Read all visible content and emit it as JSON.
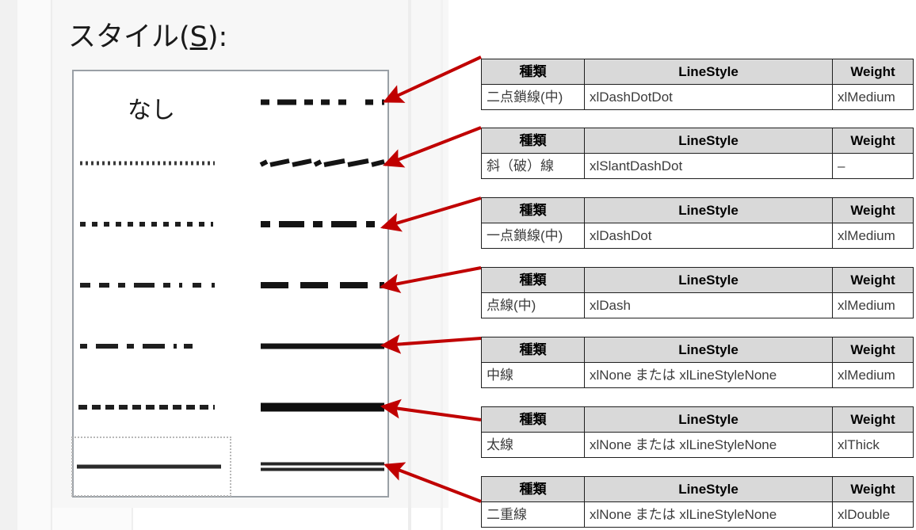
{
  "dialog": {
    "label": "スタイル(S):",
    "label_text": "スタイル(",
    "label_mnemonic": "S",
    "label_tail": "):",
    "none_label": "なし",
    "listbox_name": "line-style-listbox",
    "selected_index": 13,
    "samples": [
      {
        "position": "r1c1",
        "kind": "text",
        "text": "なし",
        "pattern": "none-text"
      },
      {
        "position": "r1c2",
        "kind": "line",
        "text": "",
        "pattern": "dash-dot-dot-thin"
      },
      {
        "position": "r2c1",
        "kind": "line",
        "text": "",
        "pattern": "fine-dotted"
      },
      {
        "position": "r2c2",
        "kind": "line",
        "text": "",
        "pattern": "slant-dash-dot"
      },
      {
        "position": "r3c1",
        "kind": "line",
        "text": "",
        "pattern": "dotted-dash-small"
      },
      {
        "position": "r3c2",
        "kind": "line",
        "text": "",
        "pattern": "dash-dot-medium"
      },
      {
        "position": "r4c1",
        "kind": "line",
        "text": "",
        "pattern": "dash-dot-dot-thin2"
      },
      {
        "position": "r4c2",
        "kind": "line",
        "text": "",
        "pattern": "dash-medium"
      },
      {
        "position": "r5c1",
        "kind": "line",
        "text": "",
        "pattern": "dash-dot-thin"
      },
      {
        "position": "r5c2",
        "kind": "line",
        "text": "",
        "pattern": "solid-medium"
      },
      {
        "position": "r6c1",
        "kind": "line",
        "text": "",
        "pattern": "dashed-thin"
      },
      {
        "position": "r6c2",
        "kind": "line",
        "text": "",
        "pattern": "solid-thick"
      },
      {
        "position": "r7c1",
        "kind": "line",
        "text": "",
        "pattern": "solid-thin-selected"
      },
      {
        "position": "r7c2",
        "kind": "line",
        "text": "",
        "pattern": "double-line"
      }
    ]
  },
  "table_headers": {
    "kind": "種類",
    "line_style": "LineStyle",
    "weight": "Weight"
  },
  "tables": [
    {
      "kind": "二点鎖線(中)",
      "line_style": "xlDashDotDot",
      "weight": "xlMedium"
    },
    {
      "kind": "斜（破）線",
      "line_style": "xlSlantDashDot",
      "weight": "–"
    },
    {
      "kind": "一点鎖線(中)",
      "line_style": "xlDashDot",
      "weight": "xlMedium"
    },
    {
      "kind": "点線(中)",
      "line_style": "xlDash",
      "weight": "xlMedium"
    },
    {
      "kind": "中線",
      "line_style": "xlNone または xlLineStyleNone",
      "weight": "xlMedium"
    },
    {
      "kind": "太線",
      "line_style": "xlNone または xlLineStyleNone",
      "weight": "xlThick"
    },
    {
      "kind": "二重線",
      "line_style": "xlNone または xlLineStyleNone",
      "weight": "xlDouble"
    }
  ],
  "annotations": {
    "arrow_color": "#C00000",
    "arrow_count": 7,
    "description": "Red arrows link each table to its matching line sample in the dialog"
  },
  "colors": {
    "header_fill": "#D9D9D9",
    "table_border": "#1F1F1F",
    "cell_text": "#3C3C3C",
    "listbox_border": "#9AA0A6",
    "panel_background": "#F7F7F7",
    "arrow_red": "#C00000"
  }
}
